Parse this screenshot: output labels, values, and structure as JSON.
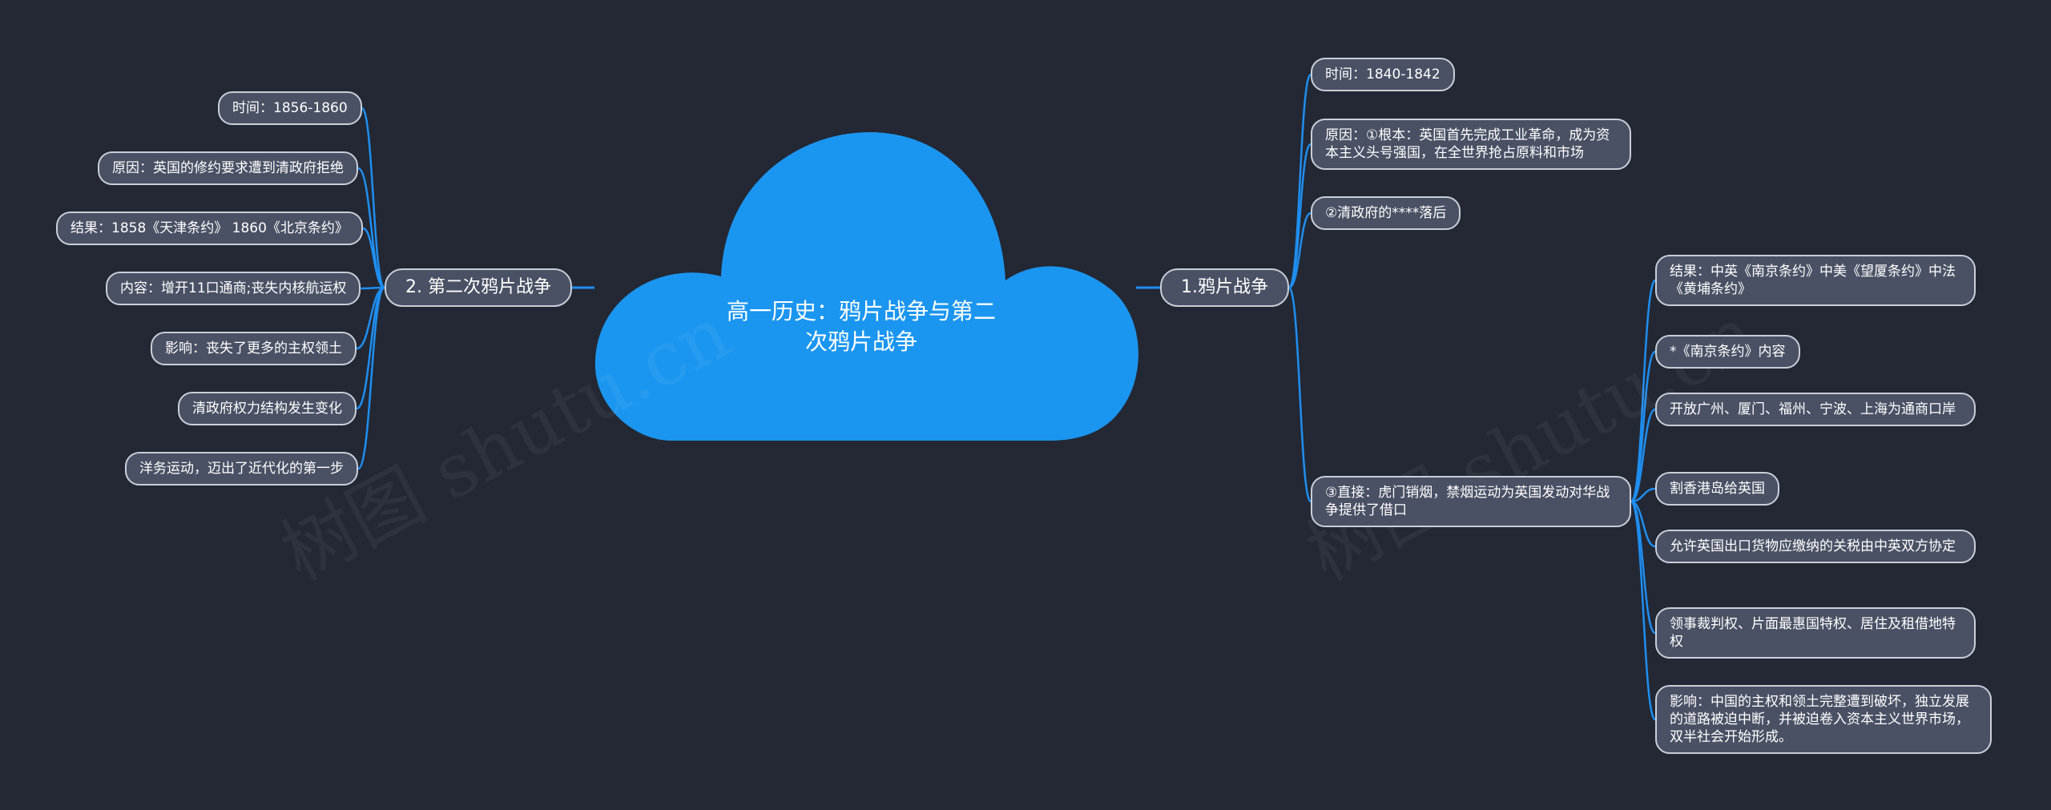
{
  "colors": {
    "background": "#232834",
    "cloud": "#1b96f0",
    "connector": "#1f8ef0",
    "node_fill": "#4a5165",
    "node_border": "#c9ced8"
  },
  "watermark": {
    "text": "树图 shutu.cn"
  },
  "central": {
    "title": "高一历史：鸦片战争与第二次鸦片战争"
  },
  "right": {
    "label": "1.鸦片战争",
    "items": [
      {
        "label": "时间：1840-1842"
      },
      {
        "label": "原因：①根本：英国首先完成工业革命，成为资本主义头号强国，在全世界抢占原料和市场"
      },
      {
        "label": "②清政府的****落后"
      },
      {
        "label": "③直接：虎门销烟，禁烟运动为英国发动对华战争提供了借口",
        "children": [
          {
            "label": "结果：中英《南京条约》中美《望厦条约》中法《黄埔条约》"
          },
          {
            "label": "*《南京条约》内容"
          },
          {
            "label": "开放广州、厦门、福州、宁波、上海为通商口岸"
          },
          {
            "label": "割香港岛给英国"
          },
          {
            "label": "允许英国出口货物应缴纳的关税由中英双方协定"
          },
          {
            "label": "领事裁判权、片面最惠国特权、居住及租借地特权"
          },
          {
            "label": "影响：中国的主权和领土完整遭到破坏，独立发展的道路被迫中断，并被迫卷入资本主义世界市场，双半社会开始形成。"
          }
        ]
      }
    ]
  },
  "left": {
    "label": "2. 第二次鸦片战争",
    "items": [
      {
        "label": "时间：1856-1860"
      },
      {
        "label": "原因：英国的修约要求遭到清政府拒绝"
      },
      {
        "label": "结果：1858《天津条约》 1860《北京条约》"
      },
      {
        "label": "内容：增开11口通商;丧失内核航运权"
      },
      {
        "label": "影响：丧失了更多的主权领土"
      },
      {
        "label": "清政府权力结构发生变化"
      },
      {
        "label": "洋务运动，迈出了近代化的第一步"
      }
    ]
  }
}
